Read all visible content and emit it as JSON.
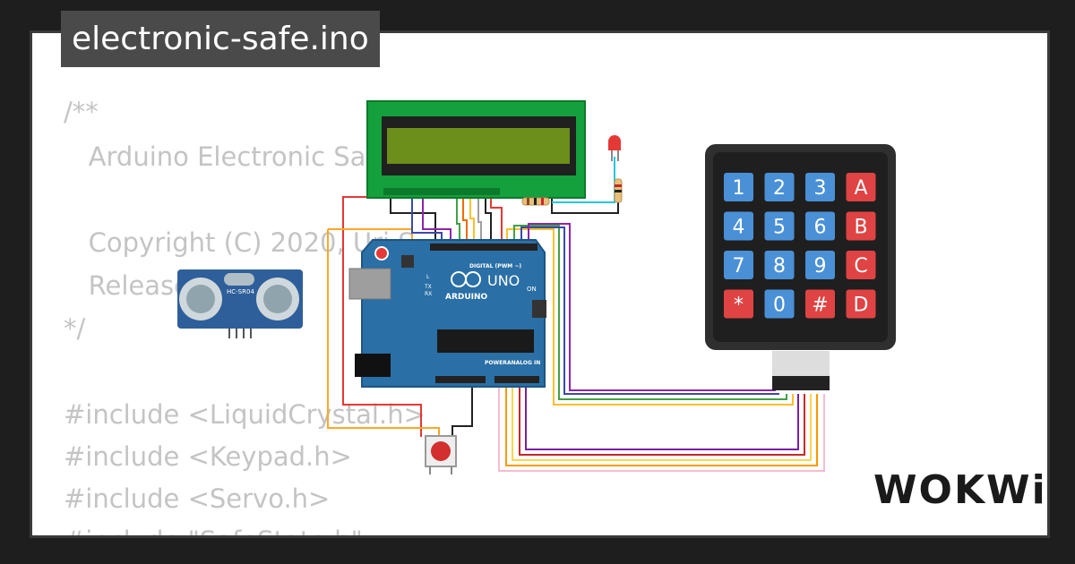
{
  "title": "electronic-safe.ino",
  "code": {
    "lines": [
      "/**",
      "   Arduino Electronic Sa",
      "",
      "   Copyright (C) 2020, Uri S",
      "   Release",
      "*/",
      "",
      "#include <LiquidCrystal.h>",
      "#include <Keypad.h>",
      "#include <Servo.h>",
      "#include \"SafeState.h\""
    ]
  },
  "keypad": {
    "keys": [
      "1",
      "2",
      "3",
      "A",
      "4",
      "5",
      "6",
      "B",
      "7",
      "8",
      "9",
      "C",
      "*",
      "0",
      "#",
      "D"
    ]
  },
  "arduino": {
    "brand": "ARDUINO",
    "model": "UNO",
    "digital_label": "DIGITAL (PWM ~)",
    "power_label": "POWER",
    "analog_label": "ANALOG IN",
    "on_label": "ON",
    "tx_label": "TX",
    "rx_label": "RX",
    "l_label": "L"
  },
  "sensor": {
    "label": "HC-SR04"
  },
  "brand": "WOKWi",
  "colors": {
    "background": "#1e1e1e",
    "panel": "#ffffff",
    "title_bg": "#4a4a4a",
    "code_text": "#c4c4c4",
    "arduino_blue": "#2a6fa5",
    "keypad_body": "#2f2f2f",
    "key_blue": "#4a90d6",
    "key_red": "#e04343",
    "lcd_green": "#14a03c",
    "lcd_screen": "#6b8f1a"
  }
}
